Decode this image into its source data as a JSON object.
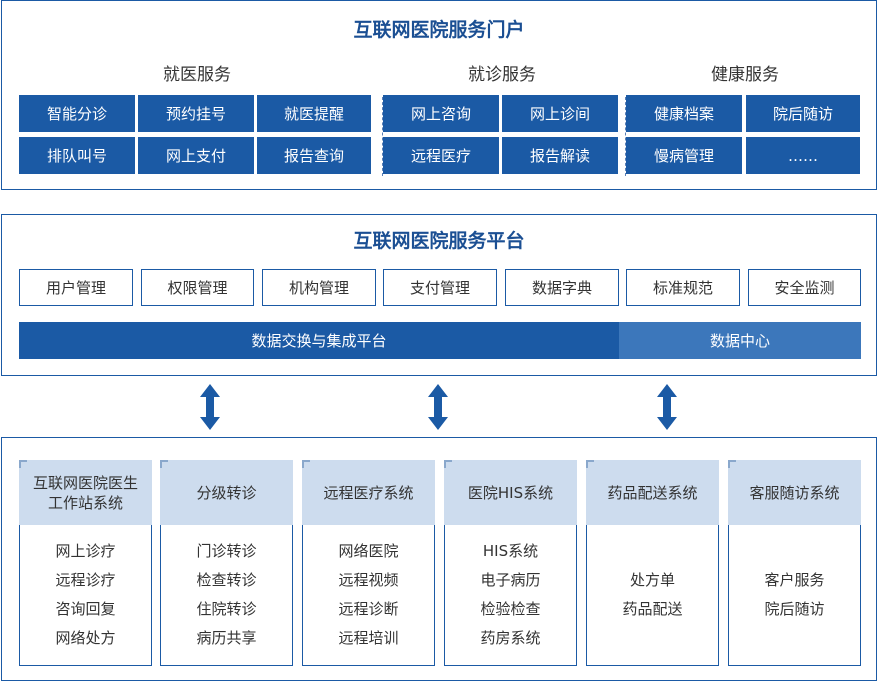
{
  "portal": {
    "title": "互联网医院服务门户",
    "groups": [
      {
        "title": "就医服务",
        "items": [
          "智能分诊",
          "预约挂号",
          "就医提醒",
          "排队叫号",
          "网上支付",
          "报告查询"
        ]
      },
      {
        "title": "就诊服务",
        "items": [
          "网上咨询",
          "网上诊间",
          "远程医疗",
          "报告解读"
        ]
      },
      {
        "title": "健康服务",
        "items": [
          "健康档案",
          "院后随访",
          "慢病管理",
          "……"
        ]
      }
    ]
  },
  "platform": {
    "title": "互联网医院服务平台",
    "modules": [
      "用户管理",
      "权限管理",
      "机构管理",
      "支付管理",
      "数据字典",
      "标准规范",
      "安全监测"
    ],
    "exchange_bar": "数据交换与集成平台",
    "data_center": "数据中心"
  },
  "systems": [
    {
      "title": "互联网医院医生工作站系统",
      "items": [
        "网上诊疗",
        "远程诊疗",
        "咨询回复",
        "网络处方"
      ]
    },
    {
      "title": "分级转诊",
      "items": [
        "门诊转诊",
        "检查转诊",
        "住院转诊",
        "病历共享"
      ]
    },
    {
      "title": "远程医疗系统",
      "items": [
        "网络医院",
        "远程视频",
        "远程诊断",
        "远程培训"
      ]
    },
    {
      "title": "医院HIS系统",
      "items": [
        "HIS系统",
        "电子病历",
        "检验检查",
        "药房系统"
      ]
    },
    {
      "title": "药品配送系统",
      "items": [
        "处方单",
        "药品配送"
      ]
    },
    {
      "title": "客服随访系统",
      "items": [
        "客户服务",
        "院后随访"
      ]
    }
  ],
  "colors": {
    "primary": "#1b5aa5",
    "data_center": "#3c77bb",
    "system_header": "#cddcee",
    "title": "#1b4f93"
  }
}
